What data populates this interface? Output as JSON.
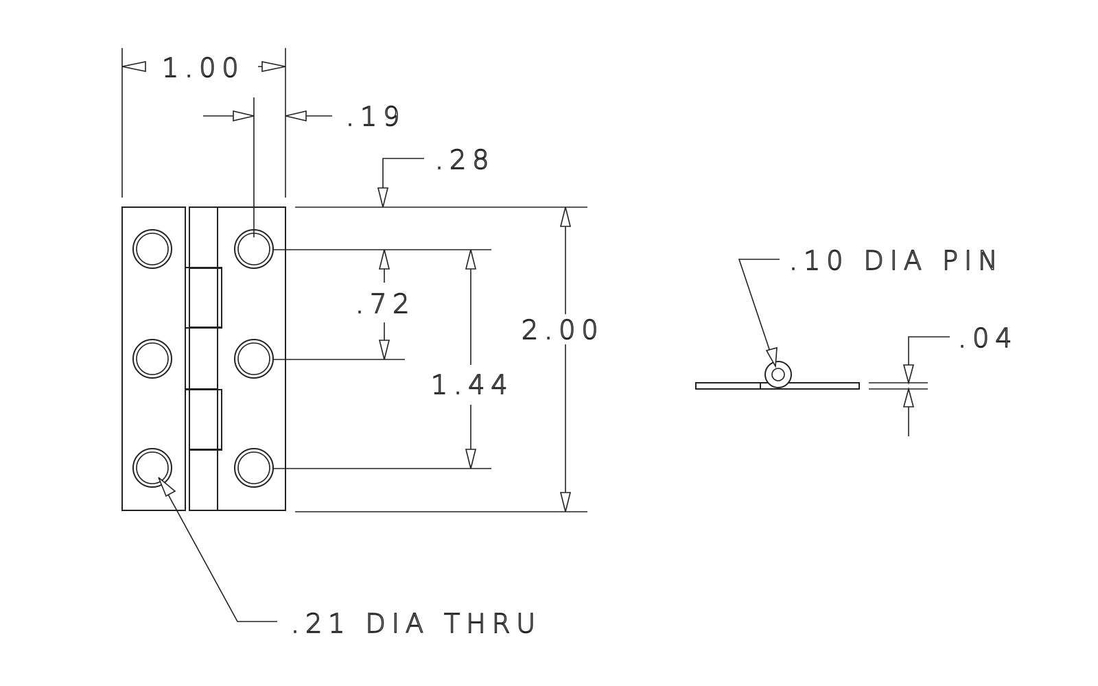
{
  "drawing": {
    "dimensions": {
      "overall_width": "1.00",
      "knuckle_offset": ".19",
      "top_offset": ".28",
      "hole_spacing": ".72",
      "hole_span": "1.44",
      "overall_height": "2.00",
      "leaf_thickness": ".04"
    },
    "callouts": {
      "hole": ".21 DIA THRU",
      "pin": ".10 DIA PIN"
    }
  }
}
